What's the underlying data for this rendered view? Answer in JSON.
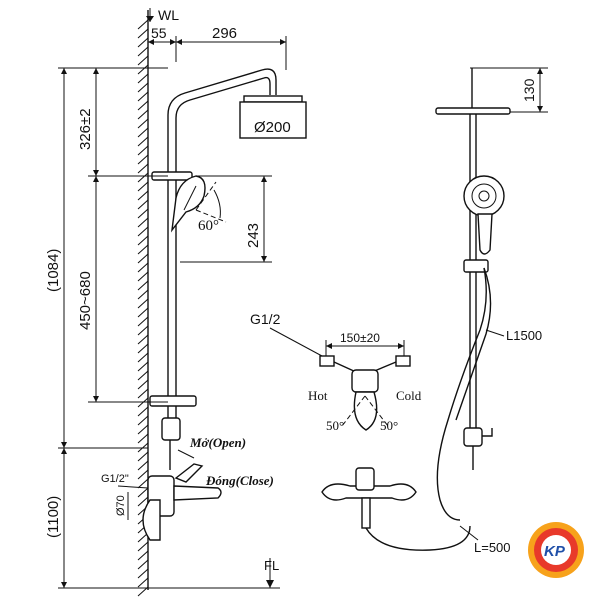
{
  "labels": {
    "wall_line": "WL",
    "floor_line": "FL",
    "dim_55": "55",
    "dim_296": "296",
    "dim_head_dia": "Ø200",
    "dim_326": "326±2",
    "dim_243": "243",
    "dim_1084": "(1084)",
    "dim_450_680": "450~680",
    "dim_1100": "(1100)",
    "angle_60": "60°",
    "g12_left": "G1/2\"",
    "dia_70": "Ø70",
    "open_label": "Mở(Open)",
    "close_label": "Đóng(Close)",
    "g12_mid": "G1/2",
    "dim_150": "150±20",
    "hot": "Hot",
    "cold": "Cold",
    "angle_50_left": "50°",
    "angle_50_right": "50°",
    "dim_130": "130",
    "hose_l1500": "L1500",
    "hose_l500": "L=500",
    "logo_text": "KP"
  },
  "colors": {
    "line": "#111111",
    "wall_hatch": "#111111",
    "logo_red": "#e8392a",
    "logo_orange": "#f7a21b",
    "logo_blue": "#1f4fa8"
  }
}
